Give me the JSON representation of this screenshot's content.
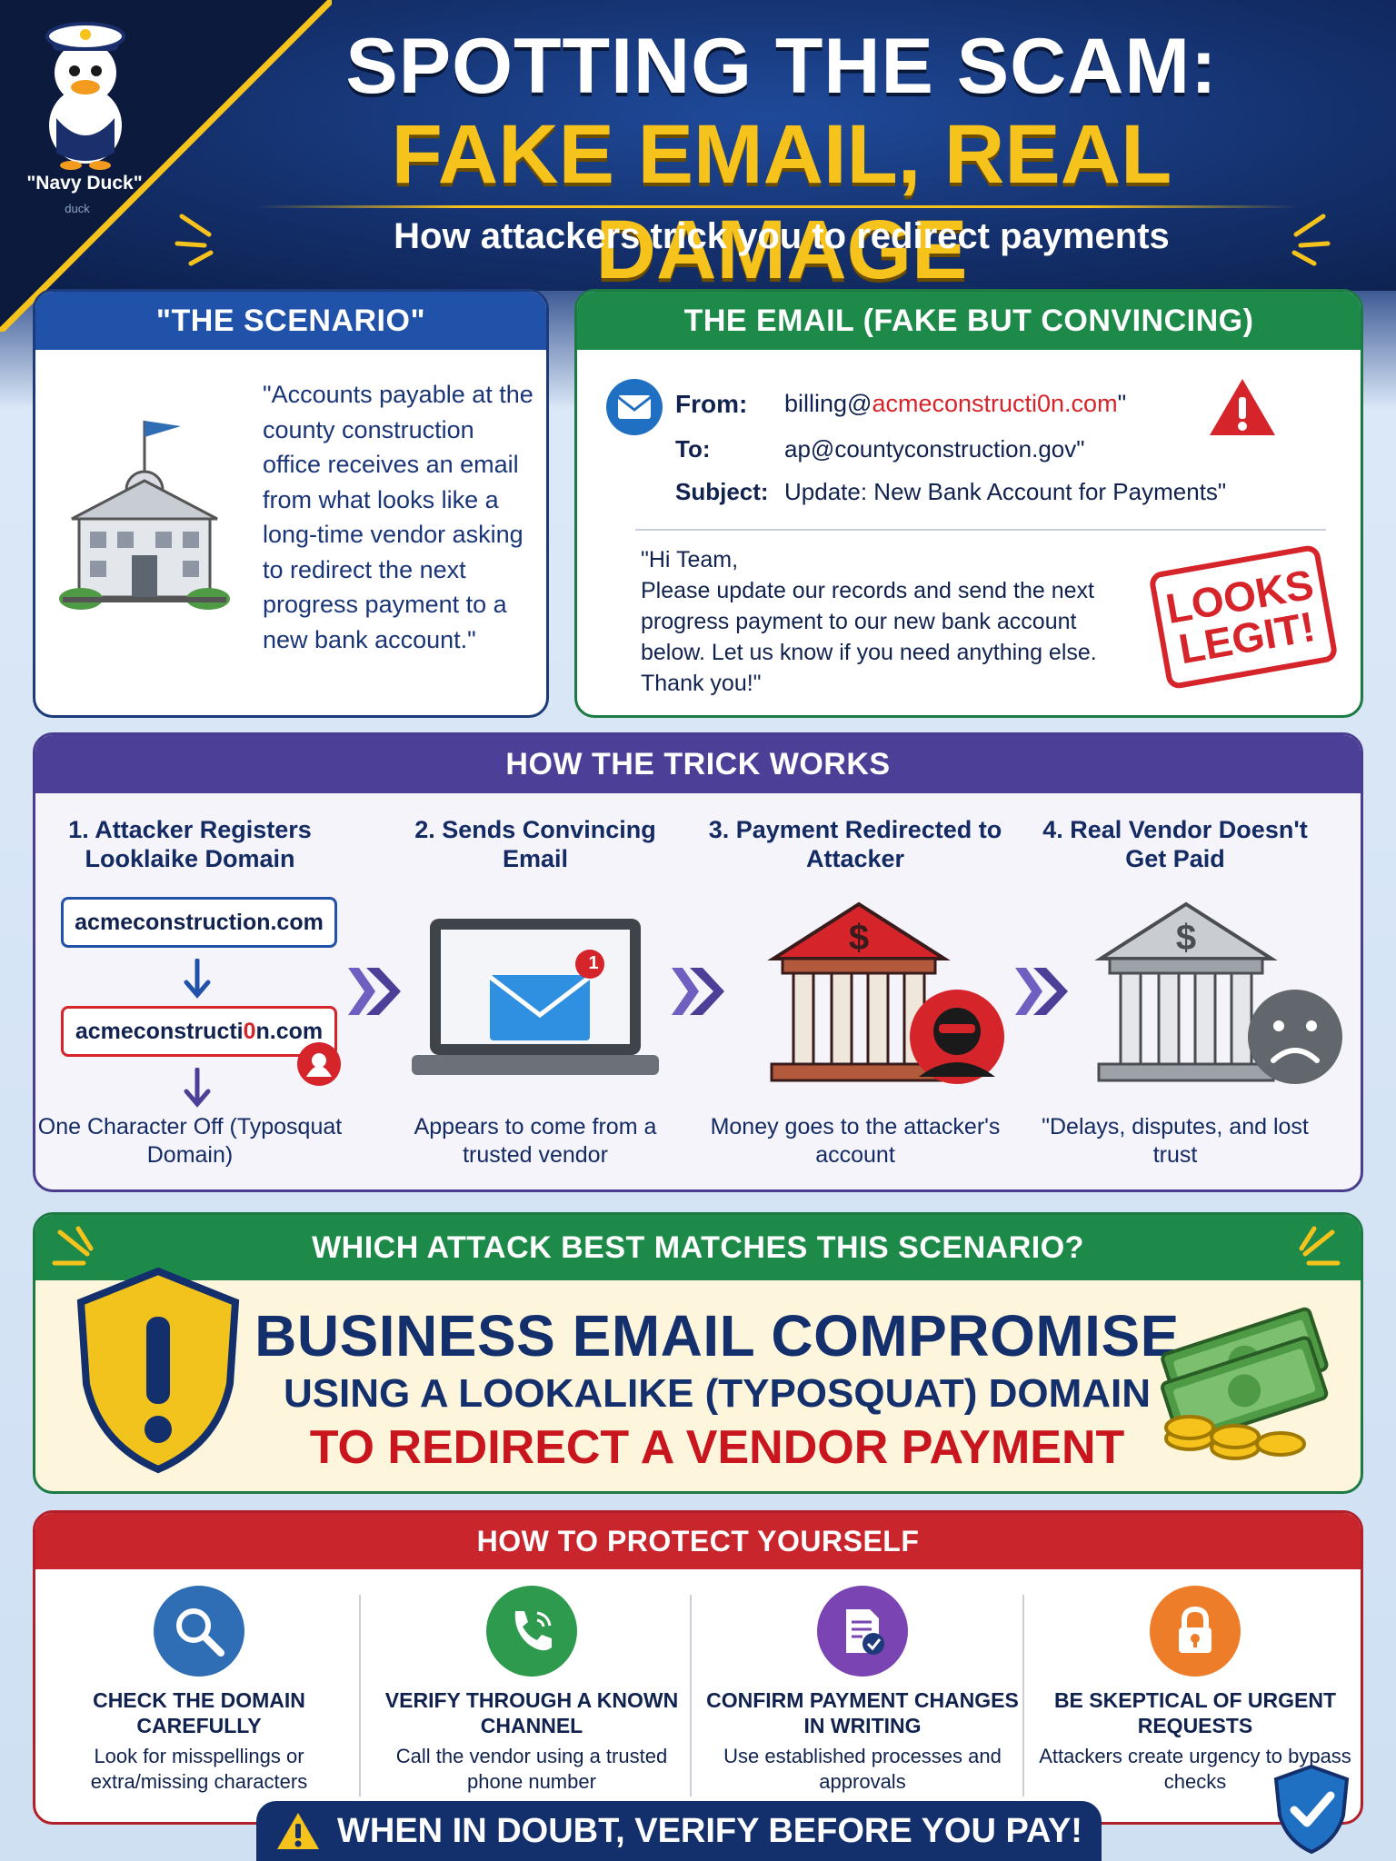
{
  "header": {
    "mascot_name": "\"Navy Duck\"",
    "mascot_sub": "duck",
    "title_line1": "SPOTTING THE SCAM:",
    "title_line2": "FAKE EMAIL, REAL DAMAGE",
    "subtitle": "How attackers trick you to redirect payments"
  },
  "scenario": {
    "heading": "\"THE SCENARIO\"",
    "text": "\"Accounts payable at the county construction office receives an email from what looks like a long-time vendor asking to redirect the next progress payment to a new bank account.\""
  },
  "email": {
    "heading": "THE EMAIL (FAKE BUT CONVINCING)",
    "from_label": "From:",
    "from_prefix": "billing@",
    "from_domain": "acmeconstructi0n.com",
    "from_suffix": "\"",
    "to_label": "To:",
    "to_value": "ap@countyconstruction.gov\"",
    "subject_label": "Subject:",
    "subject_value": "Update: New Bank Account for Payments\"",
    "body_line1": "\"Hi Team,",
    "body_line2": "Please update our records and send the next progress payment to our new bank account below. Let us know if you need anything else.",
    "body_line3": "Thank you!\"",
    "stamp_line1": "LOOKS",
    "stamp_line2": "LEGIT!"
  },
  "trick": {
    "heading": "HOW THE TRICK WORKS",
    "steps": [
      {
        "title": "1. Attacker Registers Looklaike Domain",
        "caption": "One Character Off (Typosquat Domain)"
      },
      {
        "title": "2. Sends Convincing Email",
        "caption": "Appears to come from a trusted vendor"
      },
      {
        "title": "3. Payment Redirected to Attacker",
        "caption": "Money goes to the attacker's account"
      },
      {
        "title": "4. Real Vendor Doesn't Get Paid",
        "caption": "\"Delays, disputes, and lost trust"
      }
    ],
    "real_domain": "acmeconstruction.com",
    "fake_domain_a": "acmeconstructi",
    "fake_domain_b": "0",
    "fake_domain_c": "n.com",
    "mail_badge": "1"
  },
  "question": {
    "heading": "WHICH ATTACK BEST MATCHES THIS SCENARIO?",
    "answer_line1": "BUSINESS EMAIL COMPROMISE",
    "answer_line2": "USING A LOOKALIKE (TYPOSQUAT) DOMAIN",
    "answer_line3": "TO REDIRECT A VENDOR PAYMENT"
  },
  "protect": {
    "heading": "HOW TO PROTECT YOURSELF",
    "tips": [
      {
        "title": "CHECK THE DOMAIN CAREFULLY",
        "desc": "Look for misspellings or extra/missing characters",
        "icon": "magnifier-icon",
        "color": "#2f6db5"
      },
      {
        "title": "VERIFY THROUGH A KNOWN CHANNEL",
        "desc": "Call the vendor using a trusted phone number",
        "icon": "phone-icon",
        "color": "#2e9a4e"
      },
      {
        "title": "CONFIRM PAYMENT CHANGES IN WRITING",
        "desc": "Use established processes and approvals",
        "icon": "document-check-icon",
        "color": "#7a45b3"
      },
      {
        "title": "BE SKEPTICAL OF URGENT REQUESTS",
        "desc": "Attackers create urgency to bypass checks",
        "icon": "padlock-icon",
        "color": "#ee7d2a"
      }
    ]
  },
  "footer": {
    "text": "WHEN IN DOUBT, VERIFY BEFORE YOU PAY!"
  },
  "colors": {
    "navy": "#14306c",
    "gold": "#f6c21c",
    "green": "#1d8a4a",
    "purple": "#4c3f97",
    "red": "#c9252d"
  }
}
